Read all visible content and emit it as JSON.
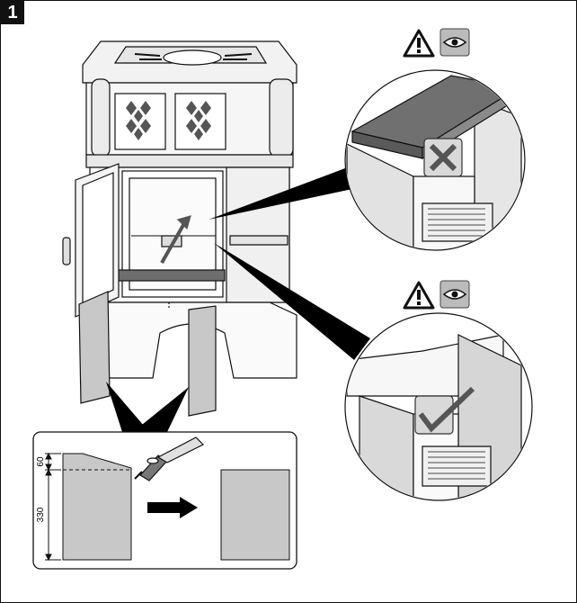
{
  "step": {
    "number": "1"
  },
  "warning_top": {
    "warning_icon": "warning-triangle-icon",
    "eye_icon": "eye-icon",
    "verdict": "cross-mark-icon"
  },
  "warning_bottom": {
    "warning_icon": "warning-triangle-icon",
    "eye_icon": "eye-icon",
    "verdict": "check-mark-icon"
  },
  "detail": {
    "dim_top": "60",
    "dim_bottom": "330",
    "tool": "angle-grinder-icon",
    "arrow": "arrow-right-icon"
  },
  "colors": {
    "line": "#111111",
    "panel_grey": "#c8c8c8",
    "dark_grey": "#6e6e6e"
  }
}
